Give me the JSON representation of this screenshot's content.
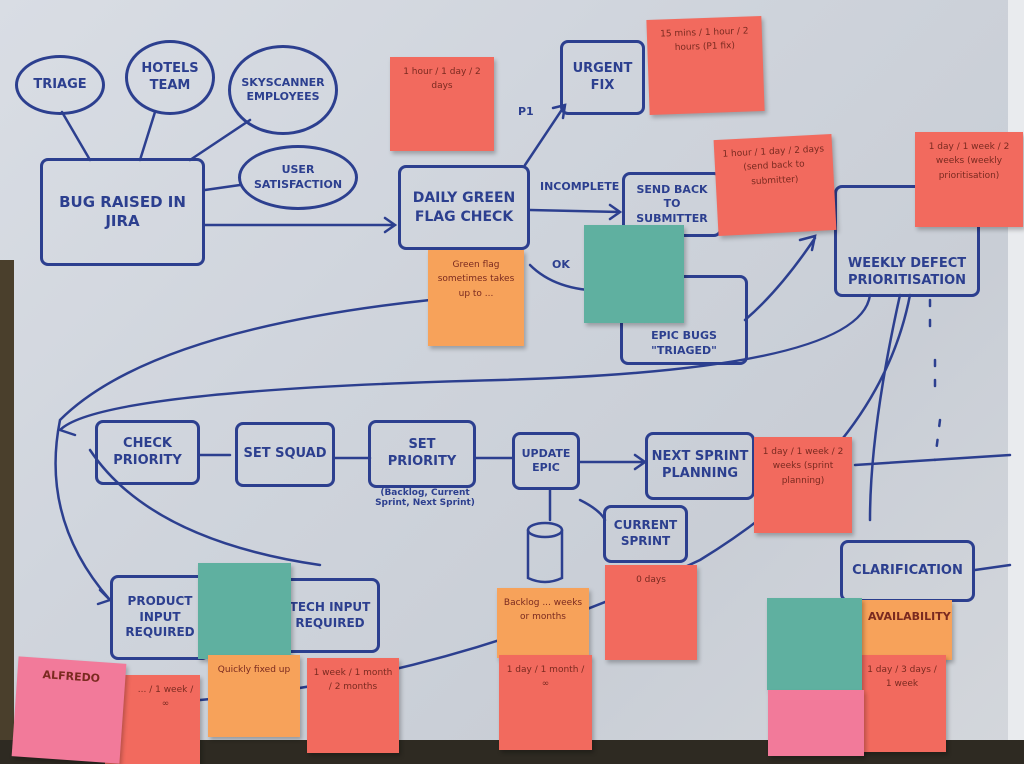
{
  "bubbles": {
    "triage": "TRIAGE",
    "hotels": "HOTELS TEAM",
    "employees": "SKYSCANNER EMPLOYEES",
    "satisfaction": "USER SATISFACTION"
  },
  "boxes": {
    "bug": "BUG RAISED IN JIRA",
    "daily": "DAILY GREEN FLAG CHECK",
    "urgent": "URGENT FIX",
    "sendback": "SEND BACK TO SUBMITTER",
    "epic": "EPIC BUGS \"TRIAGED\"",
    "weekly": "WEEKLY DEFECT PRIORITISATION",
    "checkprio": "CHECK PRIORITY",
    "squad": "SET SQUAD",
    "setprio": "SET PRIORITY",
    "update": "UPDATE EPIC",
    "next": "NEXT SPRINT PLANNING",
    "current": "CURRENT SPRINT",
    "product": "PRODUCT INPUT REQUIRED",
    "tech": "TECH INPUT REQUIRED",
    "clar": "CLARIFICATION"
  },
  "edge_labels": {
    "p1": "P1",
    "incomplete": "INCOMPLETE",
    "ok": "OK",
    "options": "(Backlog, Current Sprint, Next Sprint)"
  },
  "stickies": {
    "s1": "1 hour / 1 day / 2 days",
    "s2": "15 mins / 1 hour / 2 hours (P1 fix)",
    "s3": "1 hour / 1 day / 2 days (send back to submitter)",
    "s4": "1 day / 1 week / 2 weeks (weekly prioritisation)",
    "s5": "Green flag sometimes takes up to ...",
    "s6": "1 day / 1 week / 2 weeks (sprint planning)",
    "s7": "0 days",
    "s8": "ALFREDO",
    "s9": "... / 1 week / ∞",
    "s10": "Quickly fixed up",
    "s11": "1 week / 1 month / 2 months",
    "s12": "Backlog ... weeks or months",
    "s13": "1 day / 1 month / ∞",
    "s14": "AVAILABILITY",
    "s15": "1 day / 3 days / 1 week"
  },
  "colors": {
    "ink": "#2c3f8f",
    "red": "#f26a5e",
    "orange": "#f7a25a",
    "teal": "#5fb0a0",
    "pink": "#f27a9a"
  }
}
